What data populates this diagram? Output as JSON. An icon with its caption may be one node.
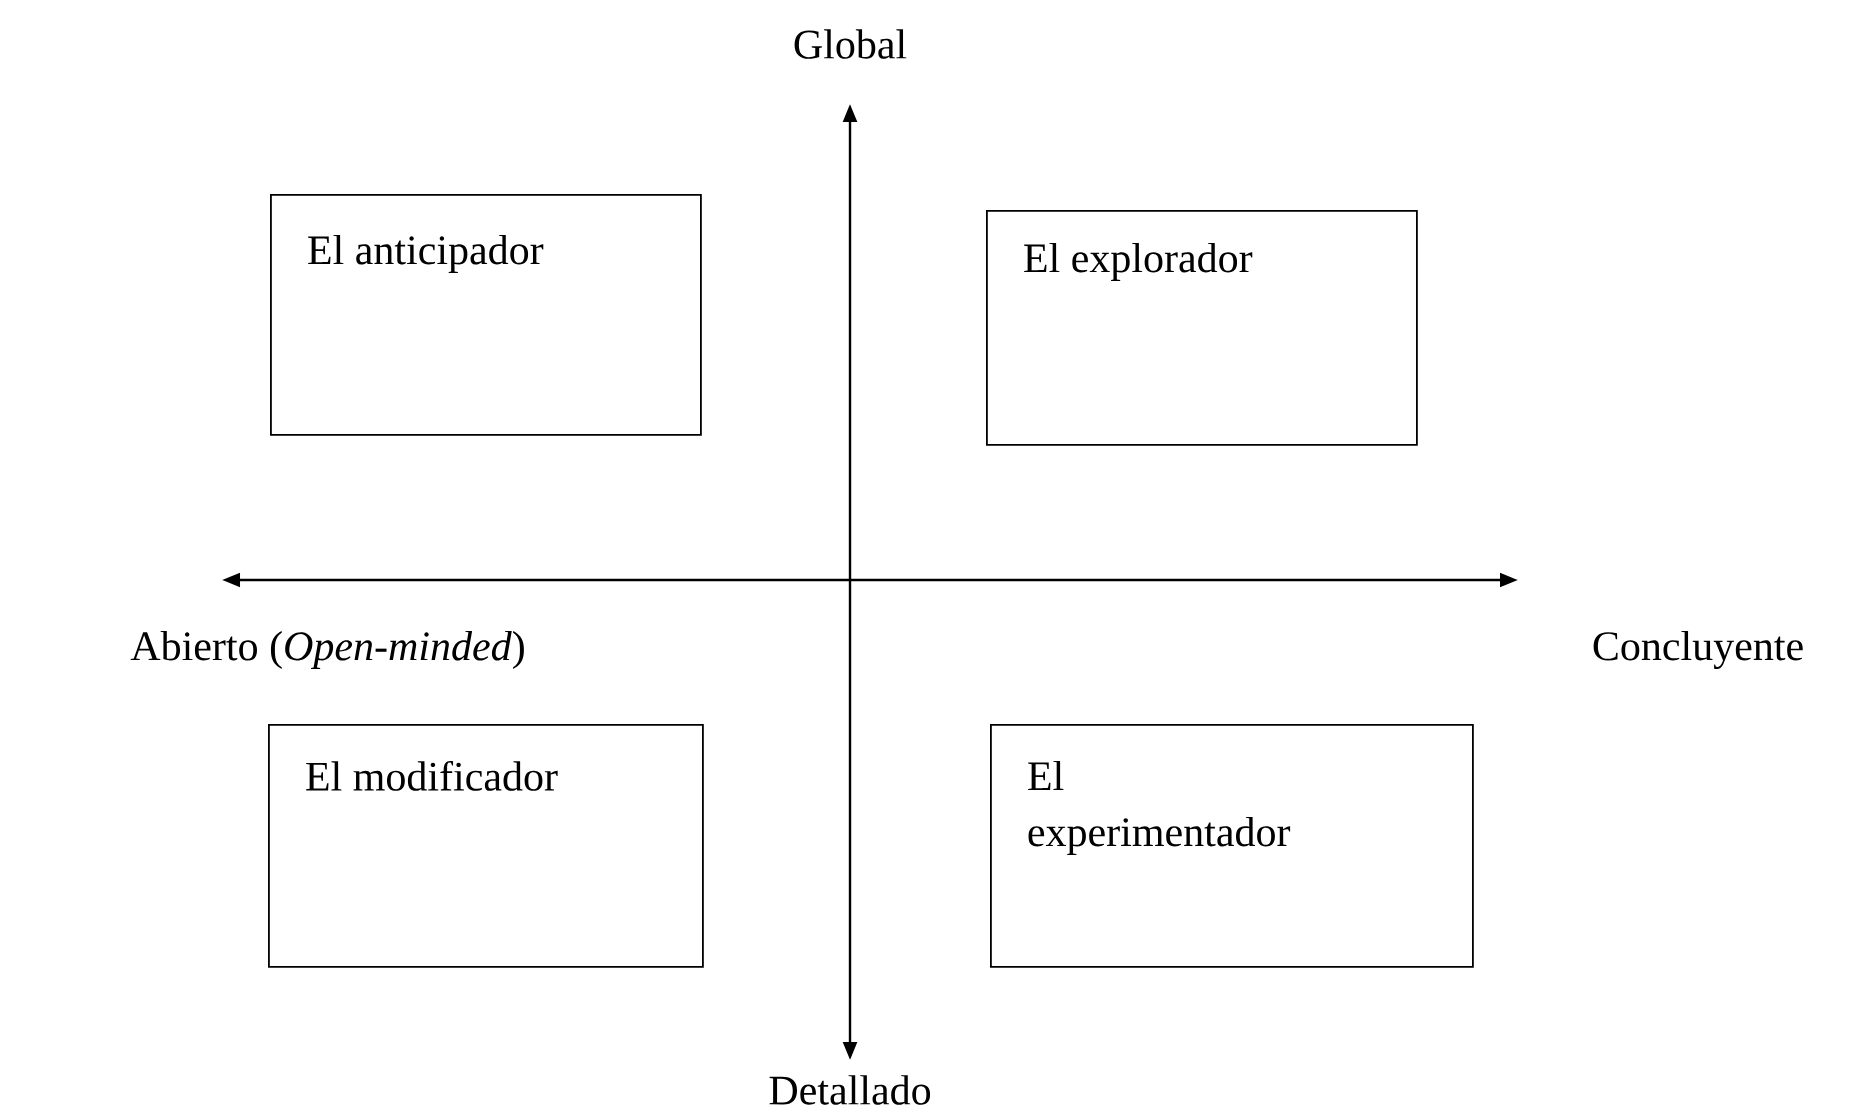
{
  "diagram": {
    "nodes": [
      {
        "text": [
          "El anticipador"
        ]
      },
      {
        "text": [
          "El explorador"
        ]
      },
      {
        "text": [
          "El modificador"
        ]
      },
      {
        "text": [
          "El experimentador"
        ]
      }
    ],
    "labels": [
      "Global",
      "Abierto (*Open-minded*)",
      "Concluyente",
      "Detallado"
    ]
  }
}
